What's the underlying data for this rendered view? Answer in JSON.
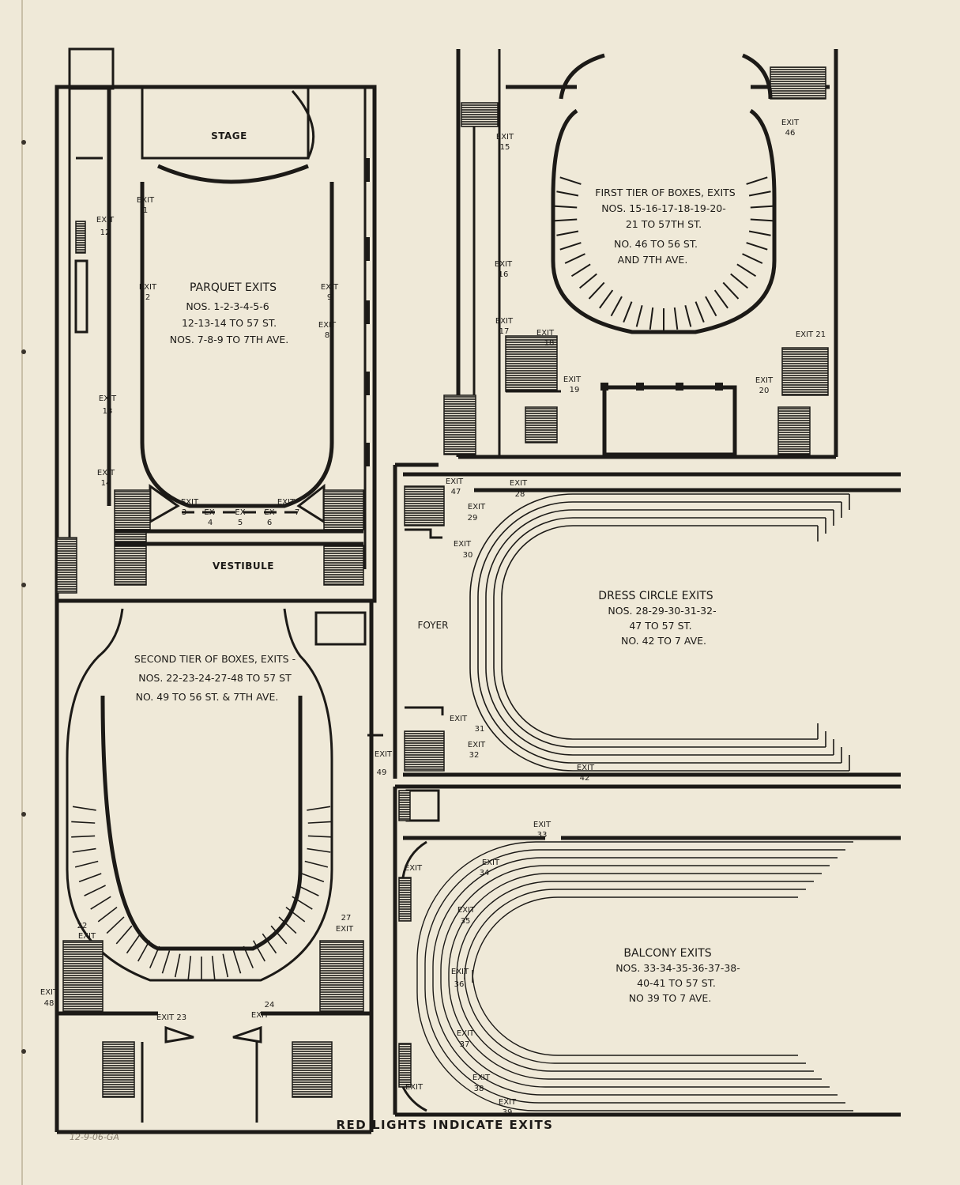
{
  "plans": {
    "parquet": {
      "stage": "STAGE",
      "vestibule": "VESTIBULE",
      "title": "PARQUET EXITS",
      "lines": [
        "NOS. 1-2-3-4-5-6",
        "12-13-14 TO 57 ST.",
        "NOS. 7-8-9 TO 7TH AVE."
      ]
    },
    "first_tier": {
      "title": "FIRST TIER OF BOXES, EXITS",
      "lines": [
        "NOS. 15-16-17-18-19-20-",
        "21 TO 57TH ST.",
        "NO. 46 TO 56 ST.",
        "AND 7TH AVE."
      ]
    },
    "second_tier": {
      "title": "SECOND TIER OF BOXES, EXITS -",
      "lines": [
        "NOS. 22-23-24-27-48 TO 57 ST",
        "NO. 49 TO 56 ST. & 7TH AVE."
      ]
    },
    "dress_circle": {
      "foyer": "FOYER",
      "title": "DRESS CIRCLE EXITS",
      "lines": [
        "NOS. 28-29-30-31-32-",
        "47 TO 57 ST.",
        "NO. 42 TO 7 AVE."
      ]
    },
    "balcony": {
      "title": "BALCONY EXITS",
      "lines": [
        "NOS. 33-34-35-36-37-38-",
        "40-41 TO 57 ST.",
        "NO 39 TO 7 AVE."
      ]
    }
  },
  "exits": {
    "word": "EXIT",
    "ex": "EX",
    "e1": "1",
    "e2": "2",
    "e3": "3",
    "e4": "4",
    "e5": "5",
    "e6": "6",
    "e7": "7",
    "e8": "8",
    "e9": "9",
    "e12": "12",
    "e13": "13",
    "e14": "14",
    "e15": "15",
    "e16": "16",
    "e17": "17",
    "e18": "18",
    "e19": "19",
    "e20": "20",
    "e21": "EXIT 21",
    "e22": "22",
    "e23": "EXIT 23",
    "e24": "24",
    "e27": "27",
    "e28": "28",
    "e29": "29",
    "e30": "30",
    "e31": "31",
    "e32": "32",
    "e33": "33",
    "e34": "34",
    "e35": "35",
    "e36": "36",
    "e37": "37",
    "e38": "38",
    "e39": "39",
    "e42": "42",
    "e46": "46",
    "e47": "47",
    "e48": "48",
    "e49": "49"
  },
  "footer": "RED LIGHTS INDICATE EXITS",
  "handwritten_note": "12-9-06-GA"
}
